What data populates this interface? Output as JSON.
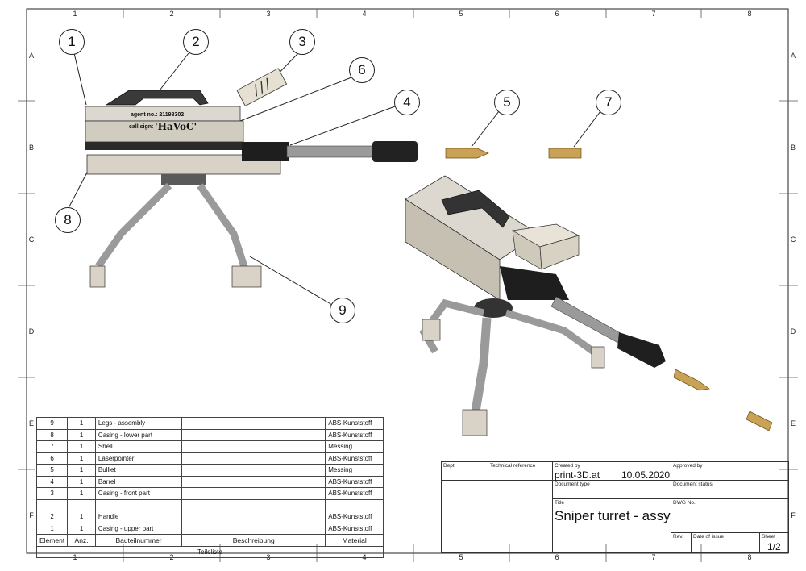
{
  "zones": {
    "columns": [
      "1",
      "2",
      "3",
      "4",
      "5",
      "6",
      "7",
      "8"
    ],
    "rows": [
      "A",
      "B",
      "C",
      "D",
      "E",
      "F"
    ]
  },
  "callouts": [
    "1",
    "2",
    "3",
    "4",
    "5",
    "6",
    "7",
    "8",
    "9"
  ],
  "part_text": {
    "agent_no": "agent no.: 21198302",
    "call_sign_prefix": "call sign:",
    "call_sign": "'HaVoC'"
  },
  "parts_list": {
    "caption": "Teileliste",
    "headers": {
      "element": "Element",
      "qty": "Anz.",
      "part_no": "Bauteilnummer",
      "desc": "Beschreibung",
      "material": "Material"
    },
    "rows": [
      {
        "element": "9",
        "qty": "1",
        "part_no": "Legs - assembly",
        "desc": "",
        "material": "ABS-Kunststoff"
      },
      {
        "element": "8",
        "qty": "1",
        "part_no": "Casing - lower part",
        "desc": "",
        "material": "ABS-Kunststoff"
      },
      {
        "element": "7",
        "qty": "1",
        "part_no": "Shell",
        "desc": "",
        "material": "Messing"
      },
      {
        "element": "6",
        "qty": "1",
        "part_no": "Laserpointer",
        "desc": "",
        "material": "ABS-Kunststoff"
      },
      {
        "element": "5",
        "qty": "1",
        "part_no": "Bulllet",
        "desc": "",
        "material": "Messing"
      },
      {
        "element": "4",
        "qty": "1",
        "part_no": "Barrel",
        "desc": "",
        "material": "ABS-Kunststoff"
      },
      {
        "element": "3",
        "qty": "1",
        "part_no": "Casing - front part",
        "desc": "",
        "material": "ABS-Kunststoff"
      },
      {
        "element": "",
        "qty": "",
        "part_no": "",
        "desc": "",
        "material": ""
      },
      {
        "element": "2",
        "qty": "1",
        "part_no": "Handle",
        "desc": "",
        "material": "ABS-Kunststoff"
      },
      {
        "element": "1",
        "qty": "1",
        "part_no": "Casing - upper part",
        "desc": "",
        "material": "ABS-Kunststoff"
      }
    ]
  },
  "title_block": {
    "dept_label": "Dept.",
    "tech_ref_label": "Technical reference",
    "created_by_label": "Created by",
    "created_by": "print-3D.at",
    "date": "10.05.2020",
    "approved_by_label": "Approved by",
    "doc_type_label": "Document type",
    "doc_status_label": "Document status",
    "title_label": "Title",
    "title": "Sniper turret - assy",
    "dwg_no_label": "DWG No.",
    "rev_label": "Rev.",
    "date_of_issue_label": "Date of issue",
    "sheet_label": "Sheet",
    "sheet": "1/2"
  }
}
